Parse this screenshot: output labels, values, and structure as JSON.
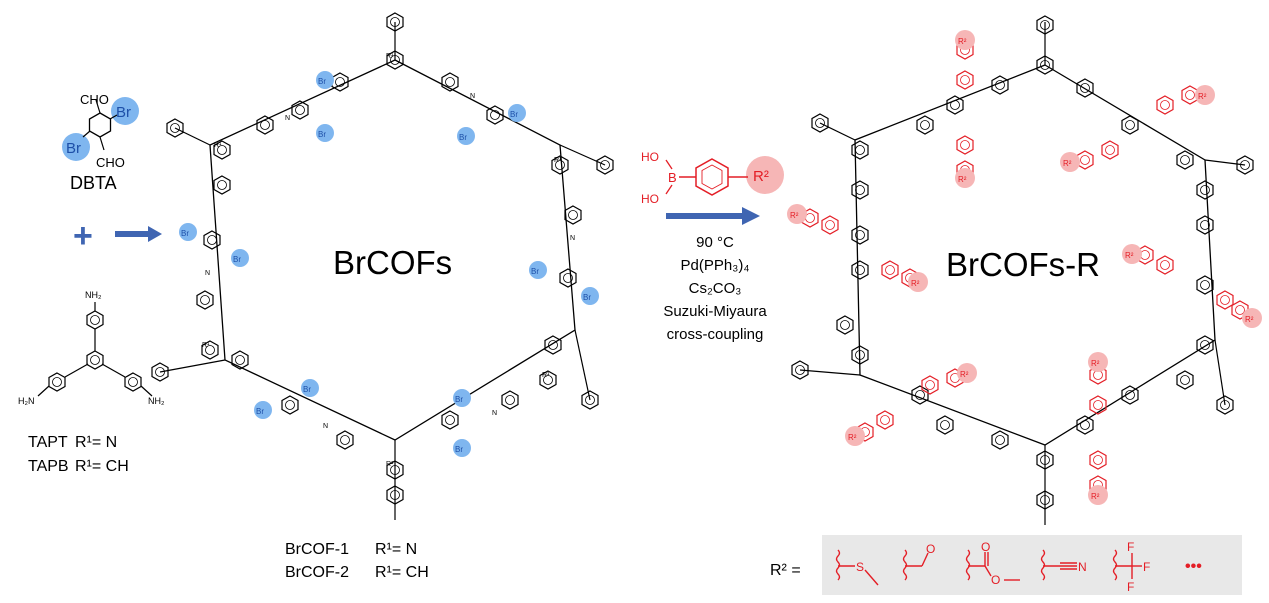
{
  "colors": {
    "bromine_bubble": "#7fb6ef",
    "bromine_text": "#1d4fa8",
    "r2": "#e41e26",
    "r2_bubble": "#f6b6b6",
    "arrow": "#3f65b2",
    "panel": "#e8e8e8"
  },
  "monomer": {
    "dbta_name": "DBTA",
    "cho_top": "CHO",
    "cho_bottom": "CHO",
    "br": "Br",
    "plus": "+",
    "amine_label": "NH₂",
    "amine_left": "H₂N",
    "tapt_name": "TAPT",
    "tapt_def": "R¹= N",
    "tapb_name": "TAPB",
    "tapb_def": "R¹= CH"
  },
  "brcofs": {
    "title": "BrCOFs",
    "cof1_name": "BrCOF-1",
    "cof1_def": "R¹= N",
    "cof2_name": "BrCOF-2",
    "cof2_def": "R¹= CH",
    "r1": "R¹",
    "n": "N",
    "br": "Br"
  },
  "reaction": {
    "boronic_oh": "HO",
    "boronic_b": "B",
    "r2": "R²",
    "temperature": "90 °C",
    "catalyst": "Pd(PPh₃)₄",
    "base": "Cs₂CO₃",
    "type1": "Suzuki-Miyaura",
    "type2": "cross-coupling"
  },
  "brcofs_r": {
    "title": "BrCOFs-R",
    "r2": "R²"
  },
  "r2_legend": {
    "label": "R² =",
    "s": "S",
    "o": "O",
    "n": "N",
    "f": "F",
    "ellipsis": "•••"
  }
}
